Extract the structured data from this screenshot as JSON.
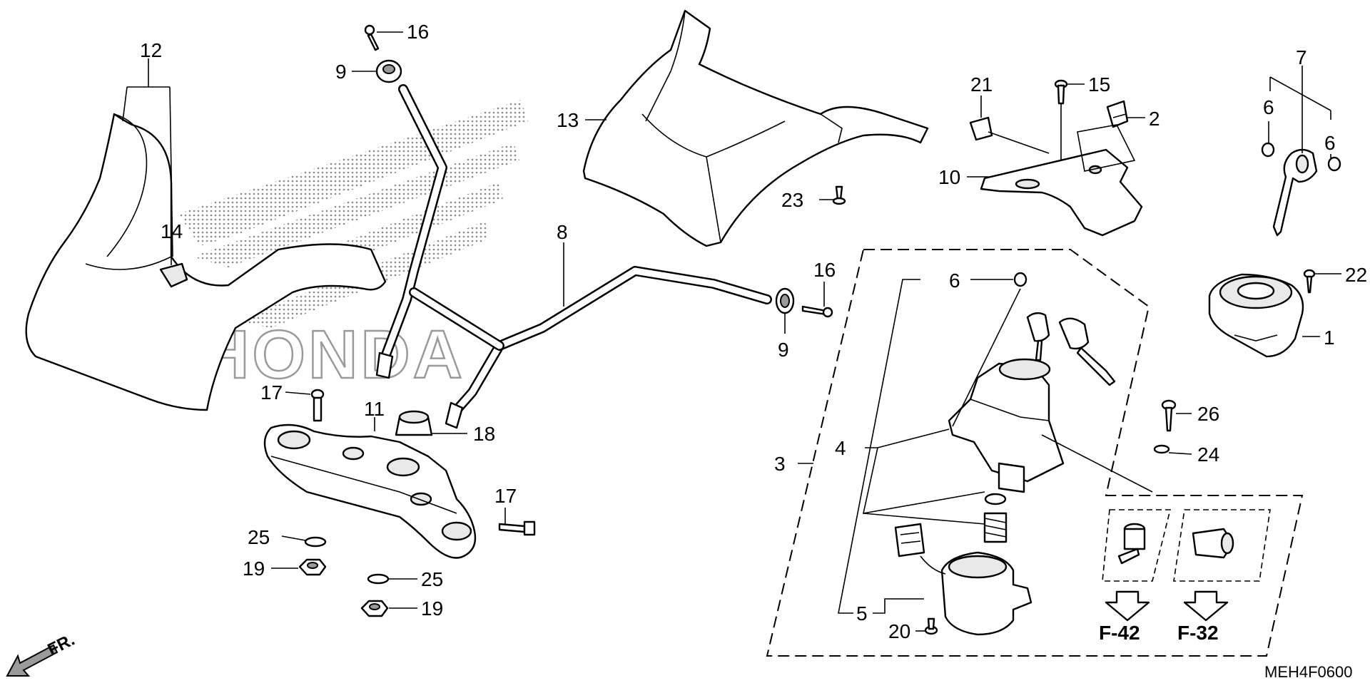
{
  "watermark": {
    "brand_text": "HONDA",
    "color": "#9a9a9a"
  },
  "colors": {
    "line": "#000000",
    "background": "#ffffff",
    "shade": "#e9e9e9"
  },
  "icons": {
    "direction_arrow": "front-direction-arrow-icon",
    "reference_arrow": "hollow-down-arrow-icon"
  },
  "callouts": {
    "c1": "1",
    "c2": "2",
    "c3": "3",
    "c4": "4",
    "c5": "5",
    "c6_a": "6",
    "c6_b": "6",
    "c6_c": "6",
    "c7": "7",
    "c8": "8",
    "c9_a": "9",
    "c9_b": "9",
    "c10": "10",
    "c11": "11",
    "c12": "12",
    "c13": "13",
    "c14": "14",
    "c15": "15",
    "c16_a": "16",
    "c16_b": "16",
    "c17_a": "17",
    "c17_b": "17",
    "c18": "18",
    "c19_a": "19",
    "c19_b": "19",
    "c20": "20",
    "c21": "21",
    "c22": "22",
    "c23": "23",
    "c24": "24",
    "c25_a": "25",
    "c25_b": "25",
    "c26": "26"
  },
  "references": {
    "f42": "F-42",
    "f32": "F-32"
  },
  "direction_label": "FR.",
  "diagram_code": "MEH4F0600"
}
